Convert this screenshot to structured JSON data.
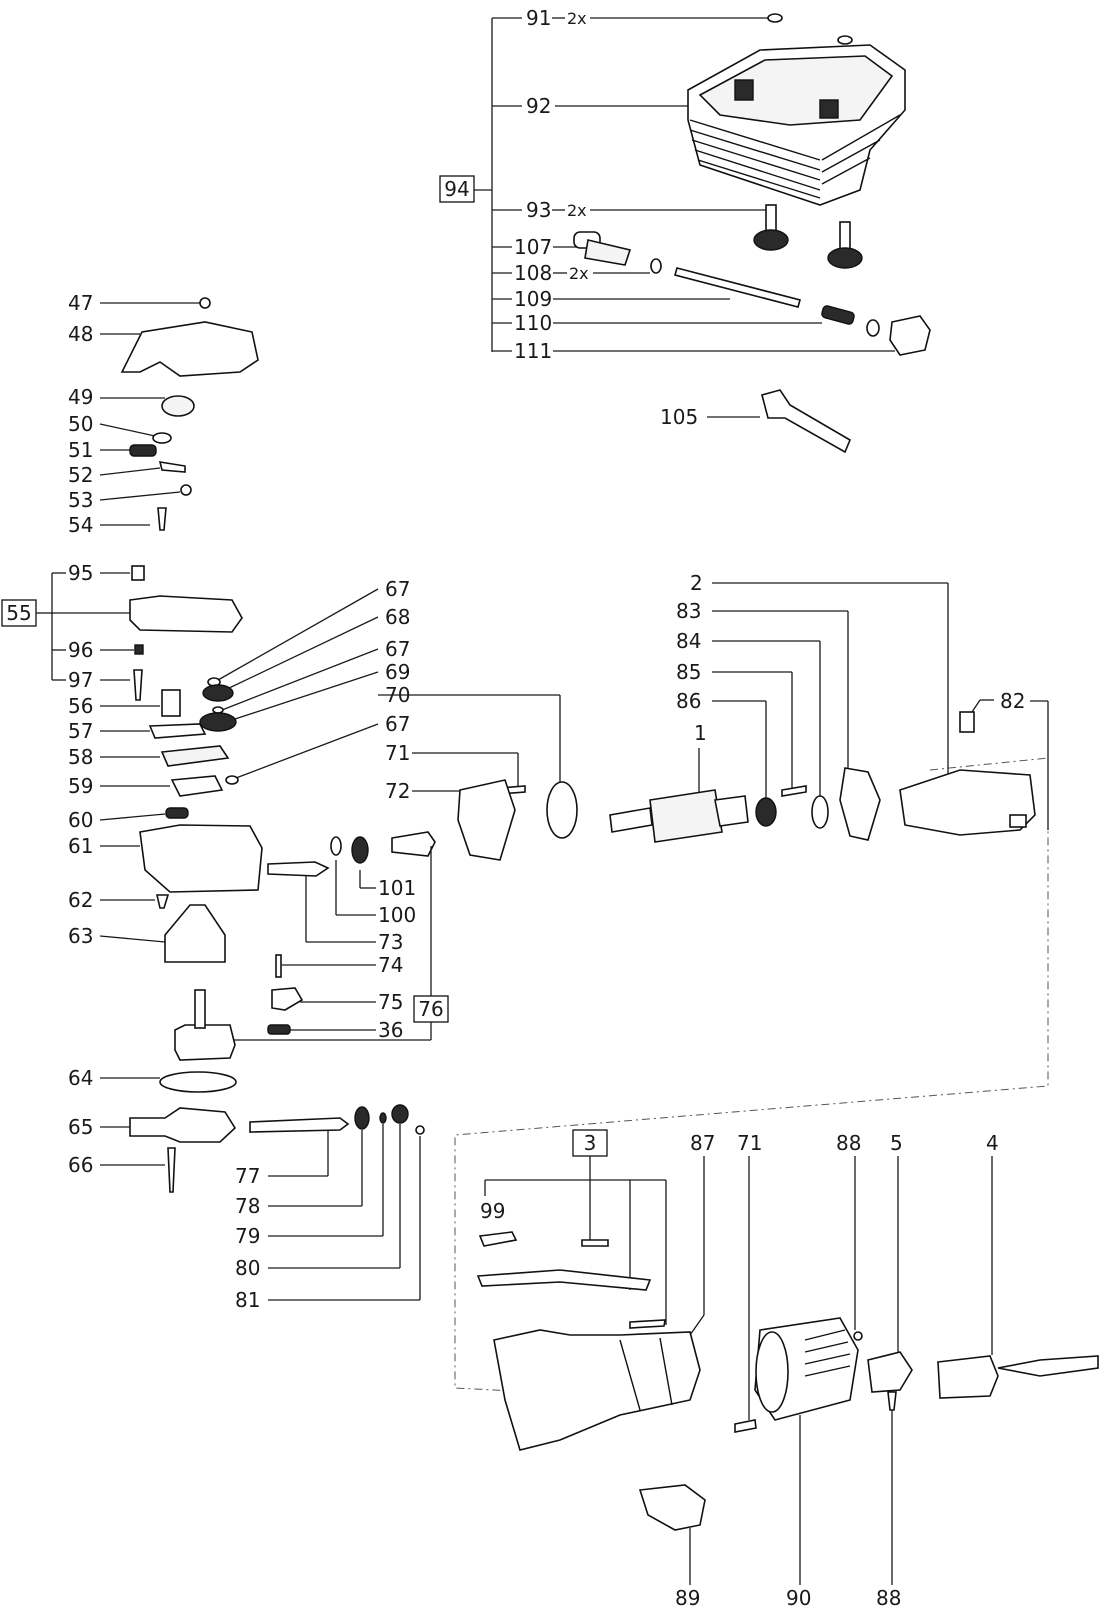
{
  "callouts": [
    {
      "id": "91",
      "label": "91",
      "qty": "2x"
    },
    {
      "id": "92",
      "label": "92"
    },
    {
      "id": "93",
      "label": "93",
      "qty": "2x"
    },
    {
      "id": "94",
      "label": "94",
      "boxed": true
    },
    {
      "id": "107",
      "label": "107"
    },
    {
      "id": "108",
      "label": "108",
      "qty": "2x"
    },
    {
      "id": "109",
      "label": "109"
    },
    {
      "id": "110",
      "label": "110"
    },
    {
      "id": "111",
      "label": "111"
    },
    {
      "id": "105",
      "label": "105"
    },
    {
      "id": "47",
      "label": "47"
    },
    {
      "id": "48",
      "label": "48"
    },
    {
      "id": "49",
      "label": "49"
    },
    {
      "id": "50",
      "label": "50"
    },
    {
      "id": "51",
      "label": "51"
    },
    {
      "id": "52",
      "label": "52"
    },
    {
      "id": "53",
      "label": "53"
    },
    {
      "id": "54",
      "label": "54"
    },
    {
      "id": "55",
      "label": "55",
      "boxed": true
    },
    {
      "id": "95",
      "label": "95"
    },
    {
      "id": "96",
      "label": "96"
    },
    {
      "id": "97",
      "label": "97"
    },
    {
      "id": "56",
      "label": "56"
    },
    {
      "id": "57",
      "label": "57"
    },
    {
      "id": "58",
      "label": "58"
    },
    {
      "id": "59",
      "label": "59"
    },
    {
      "id": "60",
      "label": "60"
    },
    {
      "id": "61",
      "label": "61"
    },
    {
      "id": "62",
      "label": "62"
    },
    {
      "id": "63",
      "label": "63"
    },
    {
      "id": "64",
      "label": "64"
    },
    {
      "id": "65",
      "label": "65"
    },
    {
      "id": "66",
      "label": "66"
    },
    {
      "id": "67a",
      "label": "67"
    },
    {
      "id": "68",
      "label": "68"
    },
    {
      "id": "67b",
      "label": "67"
    },
    {
      "id": "69",
      "label": "69"
    },
    {
      "id": "70",
      "label": "70"
    },
    {
      "id": "67c",
      "label": "67"
    },
    {
      "id": "71a",
      "label": "71"
    },
    {
      "id": "72",
      "label": "72"
    },
    {
      "id": "101",
      "label": "101"
    },
    {
      "id": "100",
      "label": "100"
    },
    {
      "id": "73",
      "label": "73"
    },
    {
      "id": "74",
      "label": "74"
    },
    {
      "id": "75",
      "label": "75"
    },
    {
      "id": "76",
      "label": "76",
      "boxed": true
    },
    {
      "id": "36",
      "label": "36"
    },
    {
      "id": "77",
      "label": "77"
    },
    {
      "id": "78",
      "label": "78"
    },
    {
      "id": "79",
      "label": "79"
    },
    {
      "id": "80",
      "label": "80"
    },
    {
      "id": "81",
      "label": "81"
    },
    {
      "id": "2",
      "label": "2"
    },
    {
      "id": "83",
      "label": "83"
    },
    {
      "id": "84",
      "label": "84"
    },
    {
      "id": "85",
      "label": "85"
    },
    {
      "id": "86",
      "label": "86"
    },
    {
      "id": "1",
      "label": "1"
    },
    {
      "id": "82",
      "label": "82"
    },
    {
      "id": "3",
      "label": "3",
      "boxed": true
    },
    {
      "id": "99",
      "label": "99"
    },
    {
      "id": "87",
      "label": "87"
    },
    {
      "id": "71b",
      "label": "71"
    },
    {
      "id": "88a",
      "label": "88"
    },
    {
      "id": "5",
      "label": "5"
    },
    {
      "id": "4",
      "label": "4"
    },
    {
      "id": "89",
      "label": "89"
    },
    {
      "id": "90",
      "label": "90"
    },
    {
      "id": "88b",
      "label": "88"
    }
  ]
}
